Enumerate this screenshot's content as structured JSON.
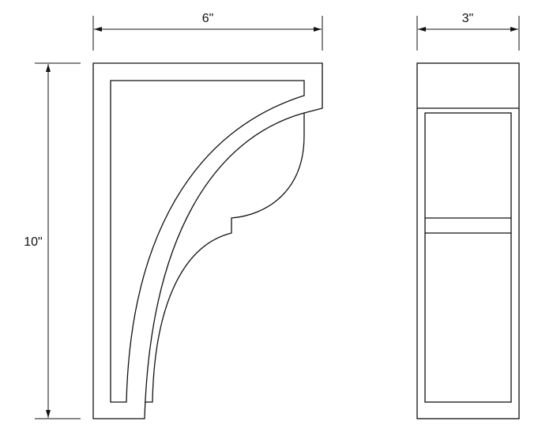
{
  "dimensions": {
    "width_side": "6\"",
    "width_front": "3\"",
    "height": "10\""
  },
  "colors": {
    "line": "#111111",
    "background": "#ffffff"
  }
}
